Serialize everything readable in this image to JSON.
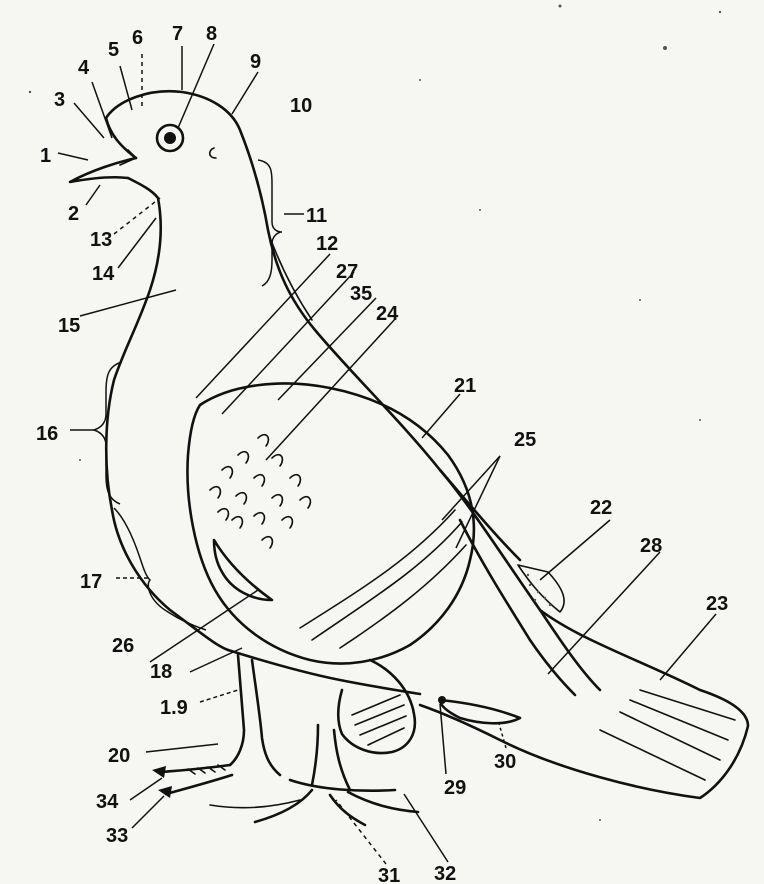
{
  "labels": [
    "1",
    "2",
    "3",
    "4",
    "5",
    "6",
    "7",
    "8",
    "9",
    "10",
    "11",
    "12",
    "13",
    "14",
    "15",
    "16",
    "17",
    "18",
    "1.9",
    "20",
    "21",
    "22",
    "23",
    "24",
    "25",
    "26",
    "27",
    "28",
    "29",
    "30",
    "31",
    "32",
    "33",
    "34",
    "35"
  ]
}
